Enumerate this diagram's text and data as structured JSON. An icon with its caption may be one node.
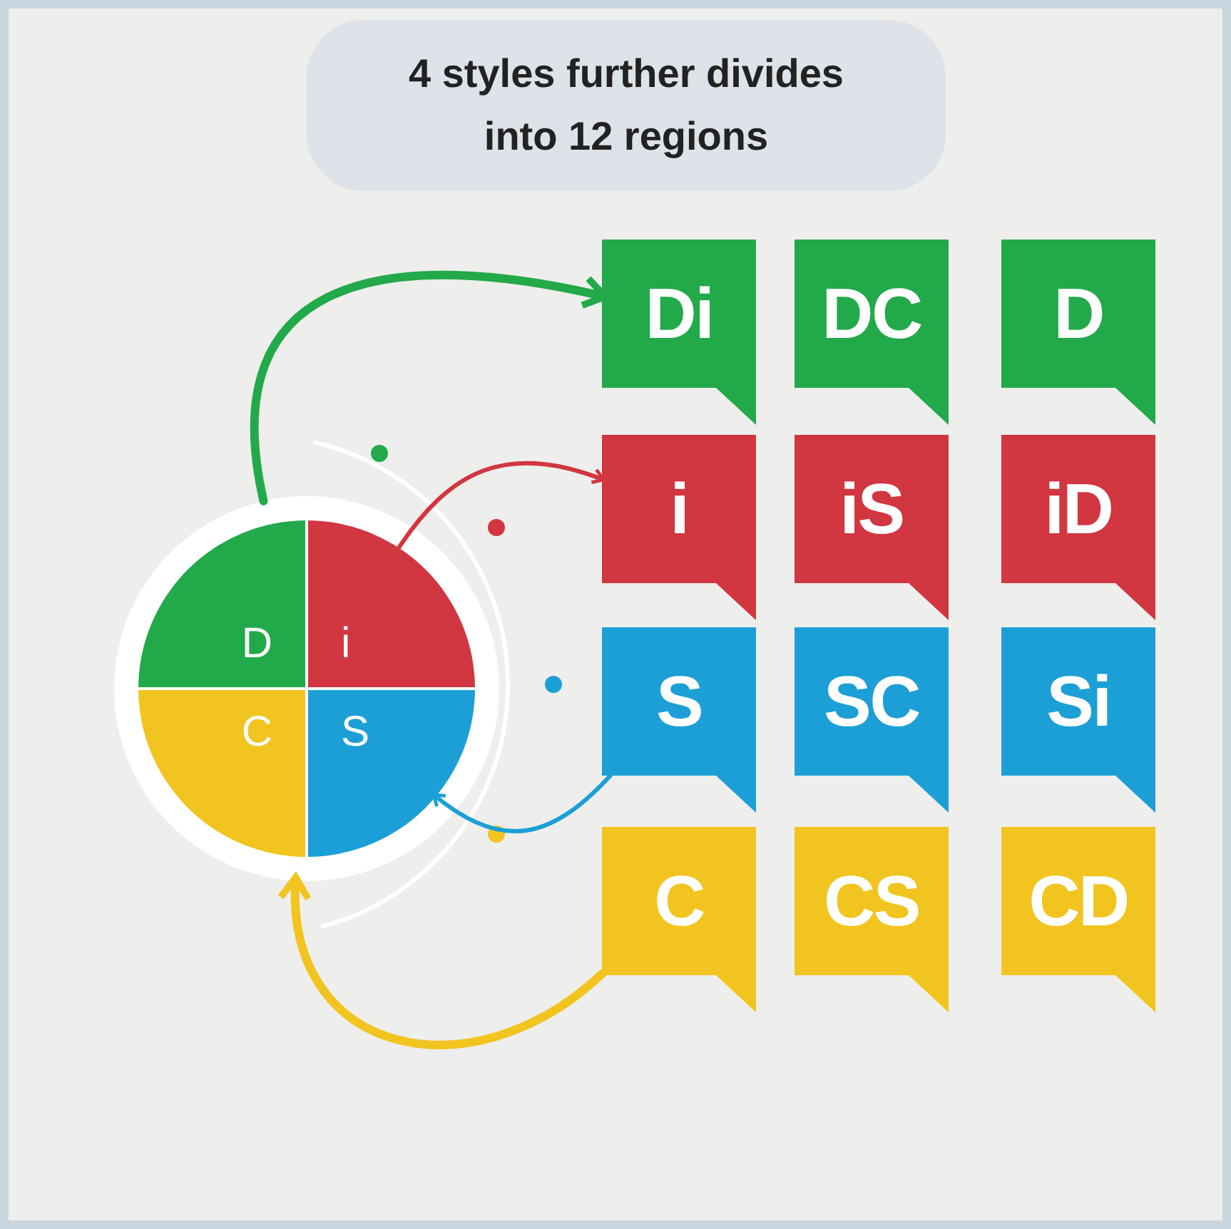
{
  "diagram": {
    "title": "4 styles further divides into 12 regions",
    "nodes": [
      {
        "text": [],
        "shape": "circle"
      },
      {
        "text": [
          "D"
        ],
        "in": 0
      },
      {
        "text": [
          "i"
        ],
        "in": 0
      },
      {
        "text": [
          "C"
        ],
        "in": 0
      },
      {
        "text": [
          "S"
        ],
        "in": 0
      },
      {
        "text": [
          "Di"
        ]
      },
      {
        "text": [
          "DC"
        ]
      },
      {
        "text": [
          "D"
        ]
      },
      {
        "text": [
          "i"
        ]
      },
      {
        "text": [
          "iS"
        ]
      },
      {
        "text": [
          "iD"
        ]
      },
      {
        "text": [
          "S"
        ]
      },
      {
        "text": [
          "SC"
        ]
      },
      {
        "text": [
          "Si"
        ]
      },
      {
        "text": [
          "C"
        ]
      },
      {
        "text": [
          "CS"
        ]
      },
      {
        "text": [
          "CD"
        ]
      }
    ],
    "edges": [
      {
        "from": 0,
        "to": 5,
        "arrow": "to",
        "style": "thick",
        "color": "#22a94a"
      },
      {
        "from": 2,
        "to": 8,
        "arrow": "to",
        "color": "#d13641"
      },
      {
        "from": 11,
        "to": 4,
        "arrow": "to",
        "color": "#1c9fd6"
      },
      {
        "from": 14,
        "to": 0,
        "arrow": "to",
        "style": "thick",
        "color": "#f2c41f"
      }
    ]
  }
}
